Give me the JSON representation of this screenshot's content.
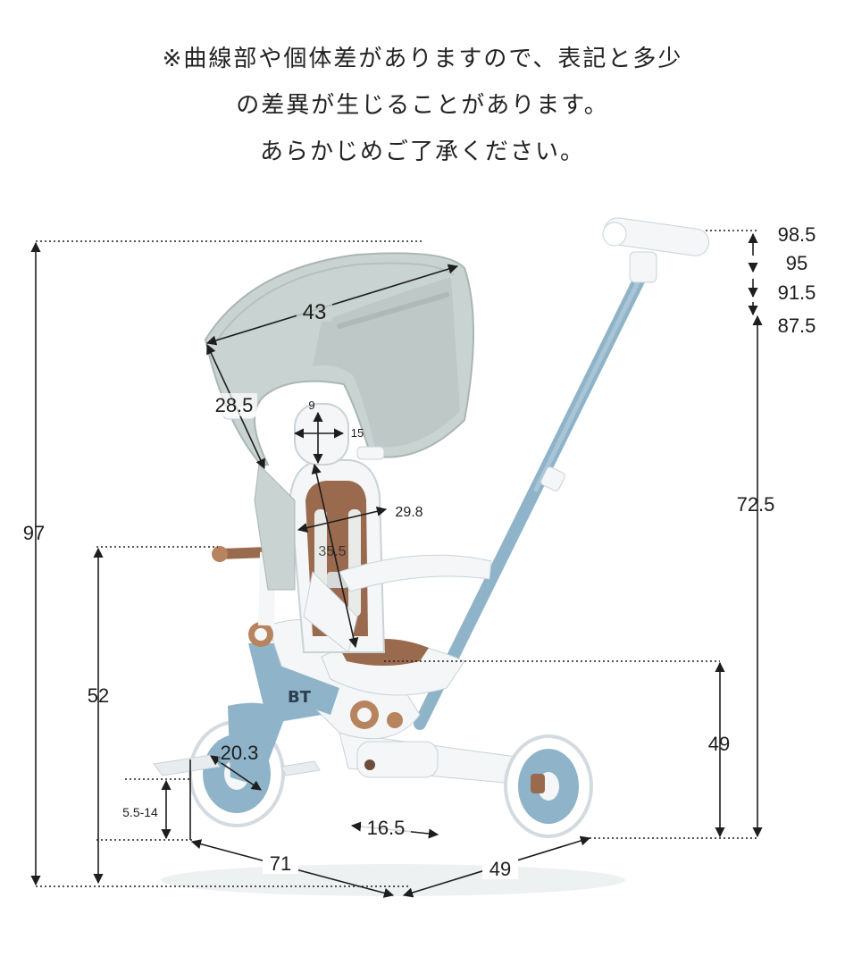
{
  "notice": {
    "line1": "※曲線部や個体差がありますので、表記と多少",
    "line2": "の差異が生じることがあります。",
    "line3": "あらかじめご了承ください。"
  },
  "brand_text": "BT",
  "dimensions": {
    "canopy_width": "43",
    "canopy_depth": "28.5",
    "headrest_height": "9",
    "headrest_width": "15",
    "backrest_width": "29.8",
    "backrest_height": "35.5",
    "total_height": "97",
    "handle_height_1": "98.5",
    "handle_height_2": "95",
    "handle_height_3": "91.5",
    "handle_height_4": "87.5",
    "handle_lower": "72.5",
    "armrest_height": "52",
    "seat_height": "49",
    "footrest_height": "5.5-14",
    "front_wheel": "20.3",
    "rear_wheel": "16.5",
    "length": "71",
    "width": "49"
  },
  "colors": {
    "frame_blue": "#8fb3c9",
    "canopy_grey": "#c9d3d1",
    "seat_brown": "#9a6a4e",
    "white_plastic": "#f4f6f7",
    "dim_line": "#1e1e1e"
  }
}
